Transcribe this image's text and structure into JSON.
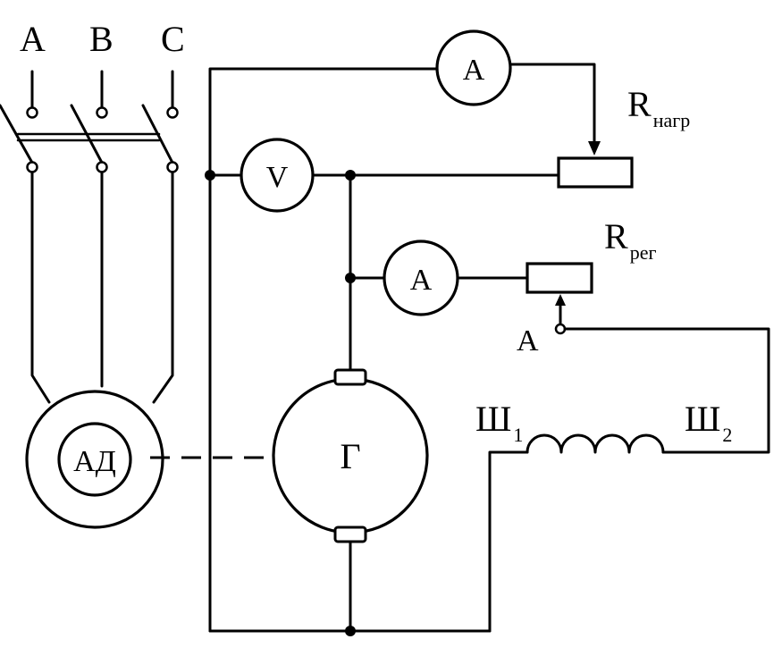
{
  "phases": [
    "A",
    "B",
    "C"
  ],
  "meters": {
    "ammeter_load": "A",
    "voltmeter": "V",
    "ammeter_field": "A"
  },
  "resistors": {
    "load": {
      "base": "R",
      "sub": "нагр"
    },
    "regulating": {
      "base": "R",
      "sub": "рег"
    }
  },
  "point_label": "A",
  "motor_label": "АД",
  "generator_label": "Г",
  "field_winding": {
    "start": {
      "base": "Ш",
      "sub": "1"
    },
    "end": {
      "base": "Ш",
      "sub": "2"
    }
  }
}
